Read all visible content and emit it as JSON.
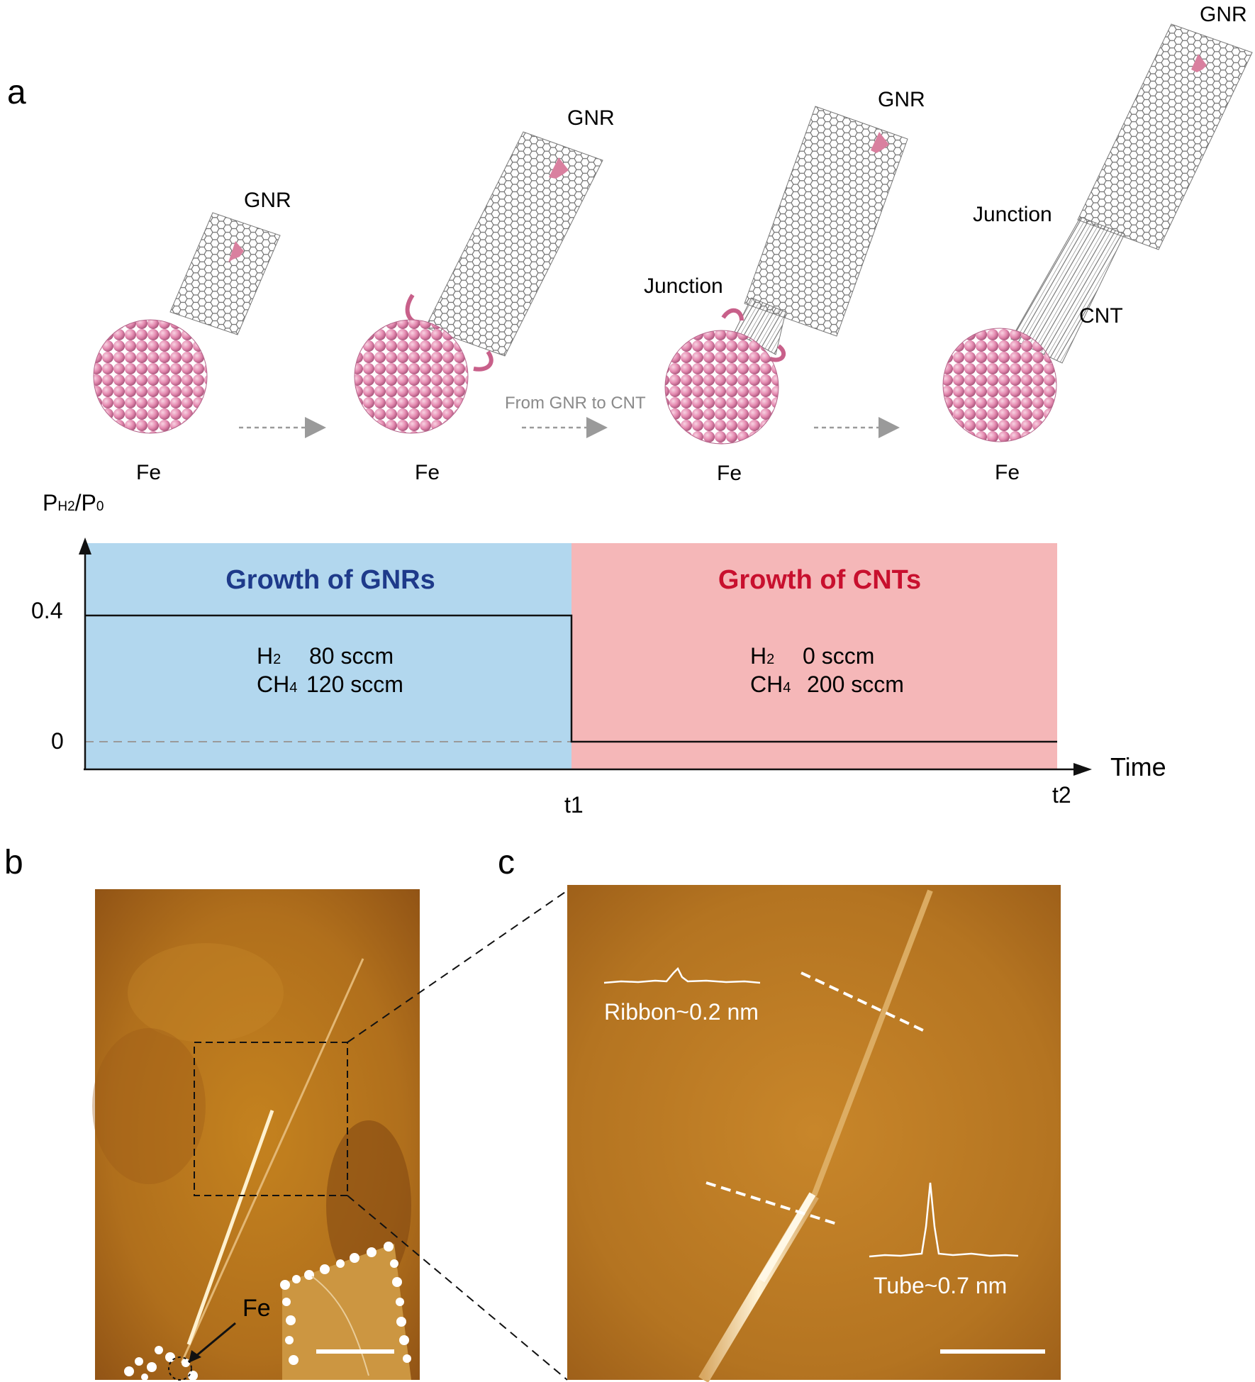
{
  "panels": {
    "a": "a",
    "b": "b",
    "c": "c"
  },
  "schematic": {
    "stages": [
      {
        "gnr": "GNR",
        "fe": "Fe"
      },
      {
        "gnr": "GNR",
        "fe": "Fe"
      },
      {
        "gnr": "GNR",
        "junction": "Junction",
        "fe": "Fe"
      },
      {
        "gnr": "GNR",
        "junction": "Junction",
        "cnt": "CNT",
        "fe": "Fe"
      }
    ],
    "transition_label": "From GNR to CNT"
  },
  "timeline": {
    "ylabel": {
      "base": "P",
      "sub1": "H2",
      "mid": "/P",
      "sub2": "0"
    },
    "yticks": [
      "0.4",
      "0"
    ],
    "xlabel": "Time",
    "xticks": [
      "t1",
      "t2"
    ],
    "phase1": {
      "title": "Growth of GNRs",
      "gas1": {
        "species": "H",
        "sub": "2",
        "value": "80 sccm"
      },
      "gas2": {
        "species": "CH",
        "sub": "4",
        "value": "120 sccm"
      },
      "color": "#b2d7ee",
      "title_color": "#1e3a8a"
    },
    "phase2": {
      "title": "Growth of CNTs",
      "gas1": {
        "species": "H",
        "sub": "2",
        "value": "0 sccm"
      },
      "gas2": {
        "species": "CH",
        "sub": "4",
        "value": "200 sccm"
      },
      "color": "#f5b7b8",
      "title_color": "#c8102e"
    }
  },
  "afm_b": {
    "fe_label": "Fe"
  },
  "afm_c": {
    "ribbon_label": "Ribbon~0.2 nm",
    "tube_label": "Tube~0.7 nm"
  },
  "colors": {
    "fe_atom": "#e58bb1",
    "afm_bg": "#b06f1c",
    "lattice": "#7a7a7a"
  }
}
